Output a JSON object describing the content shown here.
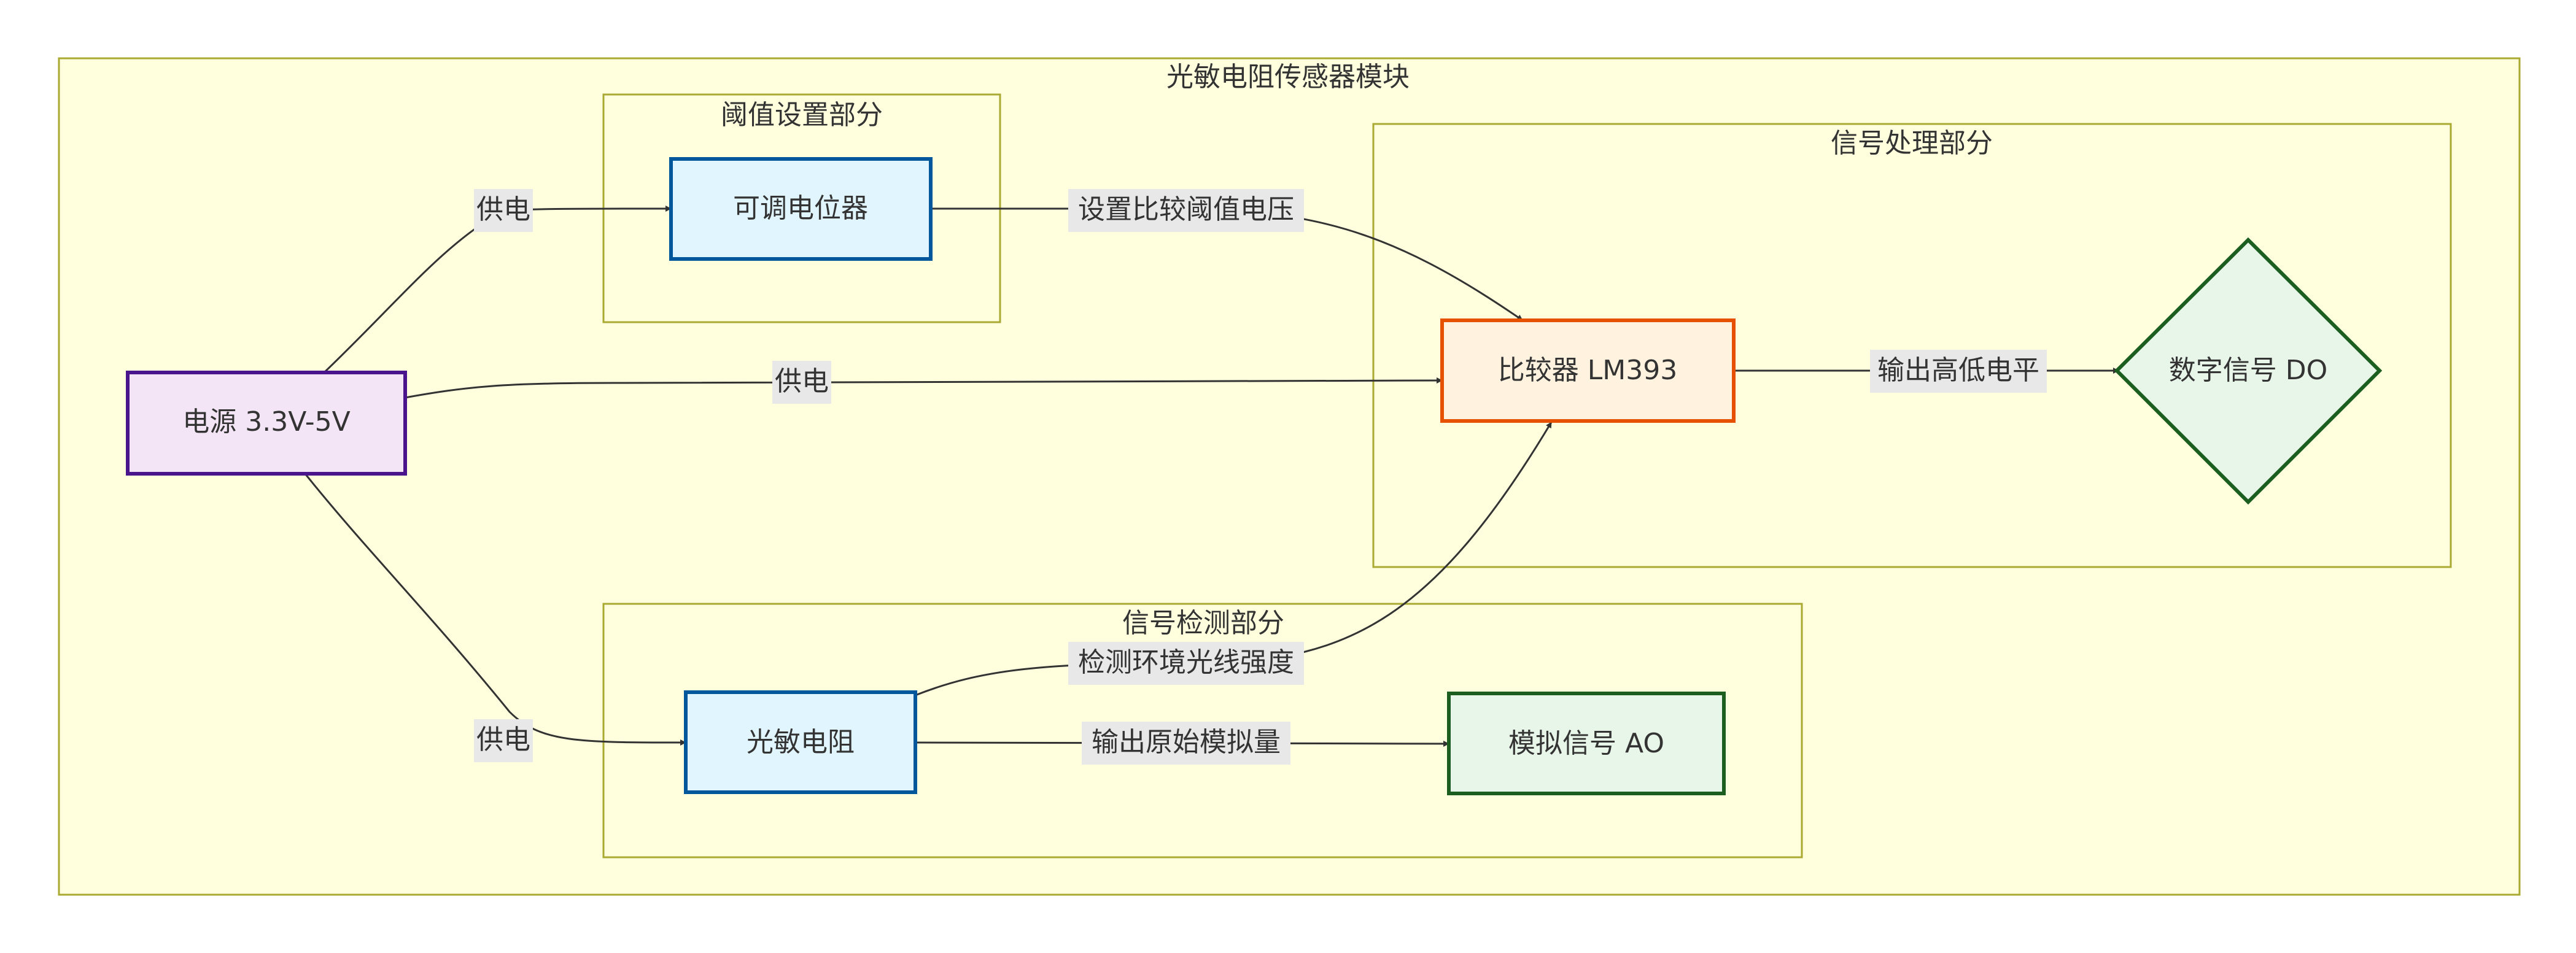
{
  "diagram": {
    "title": "光敏电阻传感器模块",
    "groups": {
      "threshold": {
        "title": "阈值设置部分"
      },
      "processing": {
        "title": "信号处理部分"
      },
      "detection": {
        "title": "信号检测部分"
      }
    },
    "nodes": {
      "power": {
        "label": "电源 3.3V-5V"
      },
      "pot": {
        "label": "可调电位器"
      },
      "comparator": {
        "label": "比较器 LM393"
      },
      "digital_out": {
        "label": "数字信号 DO"
      },
      "photoresistor": {
        "label": "光敏电阻"
      },
      "analog_out": {
        "label": "模拟信号 AO"
      }
    },
    "edges": {
      "power_to_pot": {
        "label": "供电"
      },
      "power_to_comparator": {
        "label": "供电"
      },
      "power_to_photoresistor": {
        "label": "供电"
      },
      "pot_to_comparator": {
        "label": "设置比较阈值电压"
      },
      "comparator_to_do": {
        "label": "输出高低电平"
      },
      "photoresistor_to_comparator": {
        "label": "检测环境光线强度"
      },
      "photoresistor_to_ao": {
        "label": "输出原始模拟量"
      }
    },
    "colors": {
      "module_fill": "#ffffde",
      "module_stroke": "#aaaa33",
      "power_fill": "#f3e5f5",
      "power_stroke": "#4a148c",
      "sensor_fill": "#e1f5fe",
      "sensor_stroke": "#01579b",
      "comparator_fill": "#fff3e0",
      "comparator_stroke": "#e65100",
      "output_fill": "#e8f5e9",
      "output_stroke": "#1b5e20",
      "edge": "#333333",
      "label_bg": "#e8e8e8"
    }
  }
}
